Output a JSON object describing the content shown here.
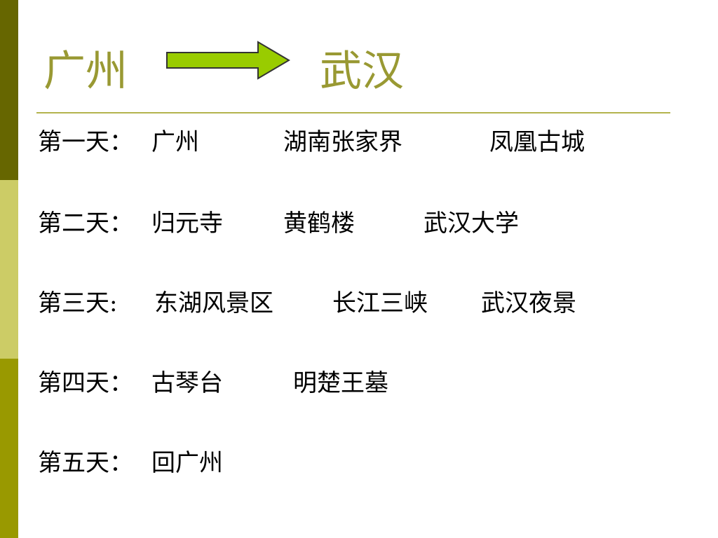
{
  "theme": {
    "bar_dark": "#666600",
    "bar_light": "#cccc66",
    "bar_mid": "#999900",
    "title_color": "#999933",
    "arrow_fill": "#99cc00",
    "rule_color": "#b3b34d"
  },
  "title": {
    "from": "广州",
    "to": "武汉",
    "arrow_icon": "right-arrow-icon"
  },
  "itinerary": [
    {
      "day": "第一天：",
      "stops": [
        "广州",
        "湖南张家界",
        "凤凰古城"
      ]
    },
    {
      "day": "第二天：",
      "stops": [
        "归元寺",
        "黄鹤楼",
        "武汉大学"
      ]
    },
    {
      "day": "第三天:",
      "stops": [
        "东湖风景区",
        "长江三峡",
        "武汉夜景"
      ]
    },
    {
      "day": "第四天：",
      "stops": [
        "古琴台",
        "明楚王墓"
      ]
    },
    {
      "day": "第五天：",
      "stops": [
        "回广州"
      ]
    }
  ]
}
